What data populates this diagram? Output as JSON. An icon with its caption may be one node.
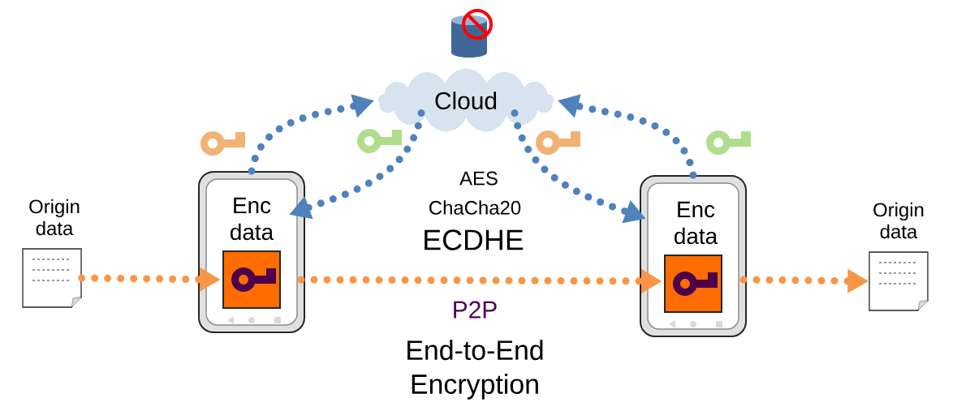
{
  "diagram": {
    "nodes": [
      {
        "text": [
          "Origin data"
        ]
      },
      {
        "text": [
          "Enc data"
        ]
      },
      {
        "text": [
          "Cloud"
        ]
      },
      {
        "text": [
          "Enc data"
        ]
      },
      {
        "text": [
          "Origin data"
        ]
      }
    ],
    "edges": [
      {
        "from": 0,
        "to": 1,
        "arrow": "to",
        "color": "#f79646"
      },
      {
        "from": 1,
        "to": 3,
        "arrow": "to",
        "color": "#f79646"
      },
      {
        "from": 3,
        "to": 4,
        "arrow": "to",
        "color": "#f79646"
      },
      {
        "from": 1,
        "to": 2,
        "arrow": "to"
      },
      {
        "from": 2,
        "to": 1,
        "arrow": "to"
      },
      {
        "from": 3,
        "to": 2,
        "arrow": "to"
      },
      {
        "from": 2,
        "to": 3,
        "arrow": "to"
      }
    ],
    "labels": [
      "AES",
      "ChaCha20",
      "ECDHE",
      "P2P",
      "End-to-End Encryption"
    ]
  }
}
